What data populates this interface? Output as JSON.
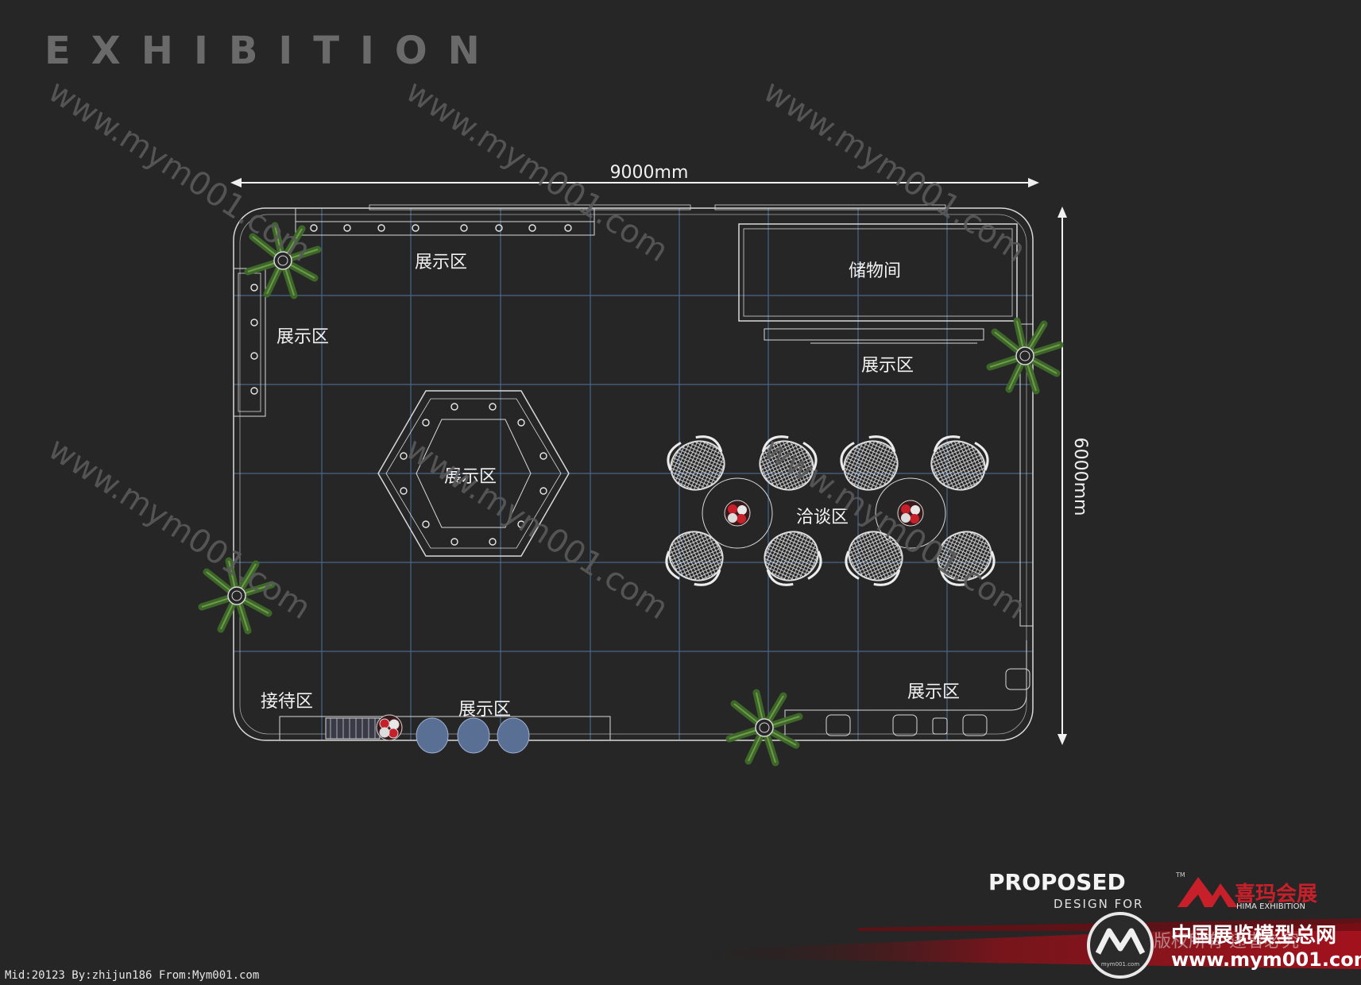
{
  "header": {
    "title": "EXHIBITION"
  },
  "dimensions": {
    "width_label": "9000mm",
    "height_label": "6000mm"
  },
  "zones": {
    "display_top": "展示区",
    "display_left": "展示区",
    "storage": "储物间",
    "display_right": "展示区",
    "display_hex": "展示区",
    "negotiation": "洽谈区",
    "reception": "接待区",
    "display_bottom": "展示区",
    "display_bottom_right": "展示区"
  },
  "watermark": {
    "text": "www.mym001.com"
  },
  "branding": {
    "proposed": "PROPOSED",
    "design_for": "DESIGN  FOR",
    "tm": "TM",
    "brand_cn": "喜玛会展",
    "brand_en": "HIMA EXHIBITION",
    "site_name_cn": "中国展览模型总网",
    "site_url": "www.mym001.com",
    "logo_small": "mym001.com",
    "partial_text": "版权所有 违者必究"
  },
  "footer": {
    "meta": "Mid:20123 By:zhijun186 From:Mym001.com"
  },
  "colors": {
    "background": "#262626",
    "grid": "#4c6f94",
    "line": "#d8d8d8",
    "brand_red": "#c8202a",
    "plant": "#3f6b2a"
  }
}
